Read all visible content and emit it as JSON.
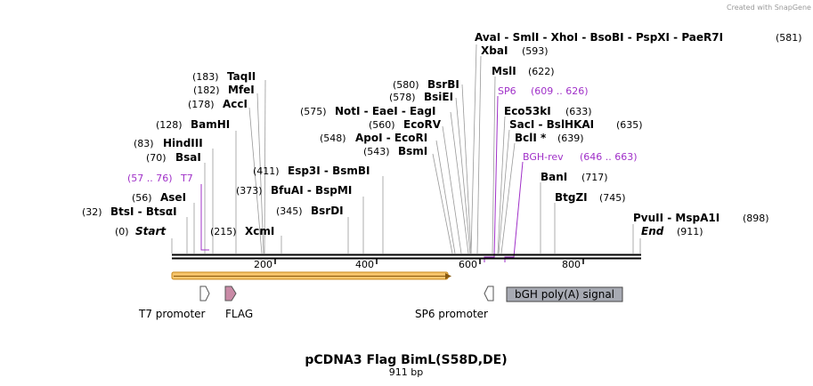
{
  "credit": "Created with SnapGene",
  "title": "pCDNA3 Flag BimL(S58D,DE)",
  "subtitle": "911 bp",
  "sequence_length": 911,
  "scale_ticks": [
    "200",
    "400",
    "600",
    "800"
  ],
  "terminals": [
    {
      "pos": "(0)",
      "name": "Start"
    },
    {
      "pos": "(911)",
      "name": "End"
    }
  ],
  "sites": [
    {
      "pos": "(32)",
      "name": "BtsI - BtsαI"
    },
    {
      "pos": "(56)",
      "name": "AseI"
    },
    {
      "pos": "(70)",
      "name": "BsaI"
    },
    {
      "pos": "(83)",
      "name": "HindIII"
    },
    {
      "pos": "(128)",
      "name": "BamHI"
    },
    {
      "pos": "(178)",
      "name": "AccI"
    },
    {
      "pos": "(182)",
      "name": "MfeI"
    },
    {
      "pos": "(183)",
      "name": "TaqII"
    },
    {
      "pos": "(215)",
      "name": "XcmI"
    },
    {
      "pos": "(345)",
      "name": "BsrDI"
    },
    {
      "pos": "(373)",
      "name": "BfuAI - BspMI"
    },
    {
      "pos": "(411)",
      "name": "Esp3I - BsmBI"
    },
    {
      "pos": "(543)",
      "name": "BsmI"
    },
    {
      "pos": "(548)",
      "name": "ApoI - EcoRI"
    },
    {
      "pos": "(560)",
      "name": "EcoRV"
    },
    {
      "pos": "(575)",
      "name": "NotI - EaeI - EagI"
    },
    {
      "pos": "(578)",
      "name": "BsiEI"
    },
    {
      "pos": "(580)",
      "name": "BsrBI"
    },
    {
      "pos": "(581)",
      "name": "AvaI - SmlI - XhoI - BsoBI - PspXI - PaeR7I"
    },
    {
      "pos": "(593)",
      "name": "XbaI"
    },
    {
      "pos": "(622)",
      "name": "MslI"
    },
    {
      "pos": "(633)",
      "name": "Eco53kI"
    },
    {
      "pos": "(635)",
      "name": "SacI - BslHKAI"
    },
    {
      "pos": "(639)",
      "name": "BclI *"
    },
    {
      "pos": "(717)",
      "name": "BanI"
    },
    {
      "pos": "(745)",
      "name": "BtgZI"
    },
    {
      "pos": "(898)",
      "name": "PvuII - MspA1I"
    }
  ],
  "primers": [
    {
      "name": "T7",
      "range": "(57 .. 76)"
    },
    {
      "name": "SP6",
      "range": "(609 .. 626)"
    },
    {
      "name": "BGH-rev",
      "range": "(646 .. 663)"
    }
  ],
  "features": [
    {
      "name": "T7 promoter"
    },
    {
      "name": "FLAG"
    },
    {
      "name": "SP6 promoter"
    },
    {
      "name": "bGH poly(A) signal"
    }
  ],
  "colors": {
    "primer": "#a030c8",
    "orf_fill": "#f5c36a",
    "orf_stroke": "#c88a1e",
    "flag": "#c98aa6",
    "polyA": "#a7aab3"
  }
}
